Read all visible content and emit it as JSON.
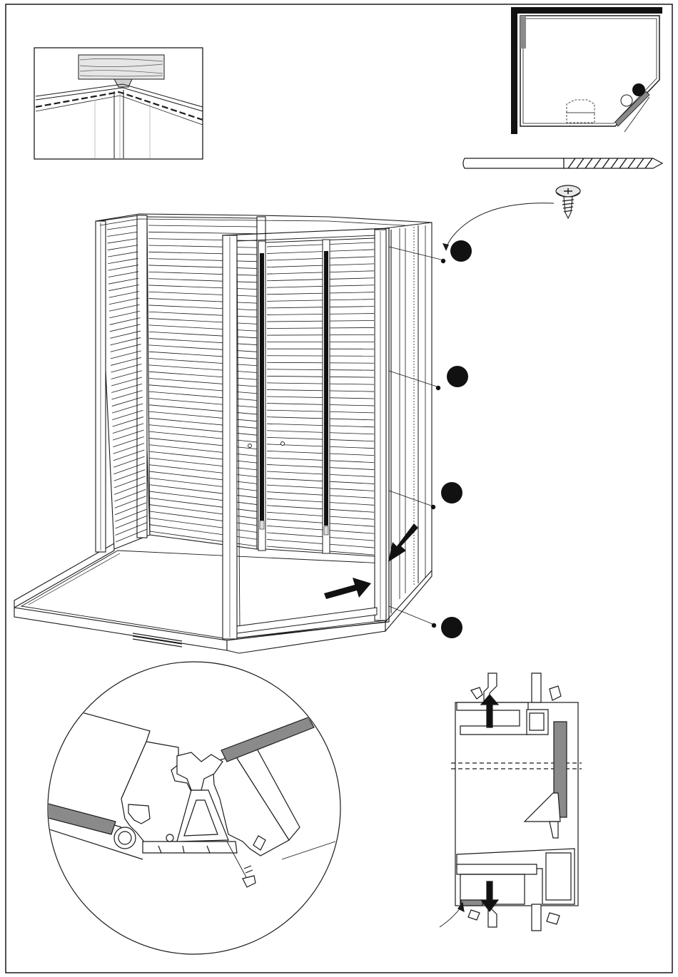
{
  "page": {
    "background": "#ffffff",
    "line_color": "#1a1a1a",
    "fill_dark": "#111111",
    "fill_grey": "#8a8a8a",
    "fill_light": "#d9d9d9"
  },
  "panels": {
    "roof_detail_inset": {
      "shows": "roof-joint-dashed-line"
    },
    "floor_plan_inset": {
      "shows": "shower-floor-plan-with-step-marker"
    },
    "drill_bit": {
      "icon": "drill-bit-icon"
    },
    "screw": {
      "icon": "screw-icon"
    },
    "main_assembly": {
      "screw_callouts": 4,
      "arrow_count": 2
    },
    "circle_detail": {
      "shows": "frame-profile-joint-with-screw"
    },
    "section_detail": {
      "shows": "door-profile-cross-section-with-arrows"
    }
  },
  "callout_markers": [
    {
      "id": 1,
      "icon": "black-dot-icon"
    },
    {
      "id": 2,
      "icon": "black-dot-icon"
    },
    {
      "id": 3,
      "icon": "black-dot-icon"
    },
    {
      "id": 4,
      "icon": "black-dot-icon"
    },
    {
      "id": 5,
      "icon": "black-dot-icon"
    }
  ]
}
